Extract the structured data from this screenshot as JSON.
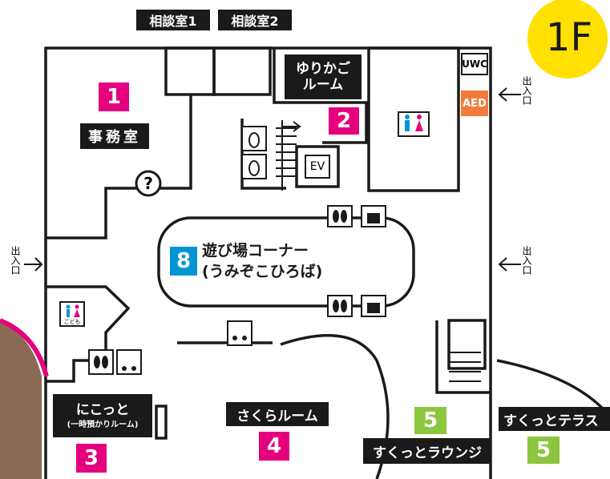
{
  "floor": "1F",
  "consult_rooms": [
    "相談室1",
    "相談室2"
  ],
  "cradle_room": [
    "ゆりかご",
    "ルーム"
  ],
  "office": "事務室",
  "nikotto": [
    "にこっと",
    "(一時預かりルーム)"
  ],
  "sakura_room": "さくらルーム",
  "sukutto_lounge": "すくっとラウンジ",
  "sukutto_terrace": "すくっとテラス",
  "play_area": [
    "遊び場コーナー",
    "(うみぞこひろば)"
  ],
  "room_numbers": {
    "office": "1",
    "cradle": "2",
    "nikotto": "3",
    "sakura": "4",
    "lounge": "5",
    "terrace": "5",
    "play": "8"
  },
  "entrance": "出入口",
  "signs": {
    "uwc": "UWC",
    "aed": "AED",
    "ev": "EV",
    "info": "?",
    "kids_toilet": "こども"
  },
  "colors": {
    "pink": "#e5007e",
    "green": "#8cc63f",
    "blue": "#0096d6",
    "yellow": "#ffe000",
    "aed_orange": "#f07c3c"
  }
}
